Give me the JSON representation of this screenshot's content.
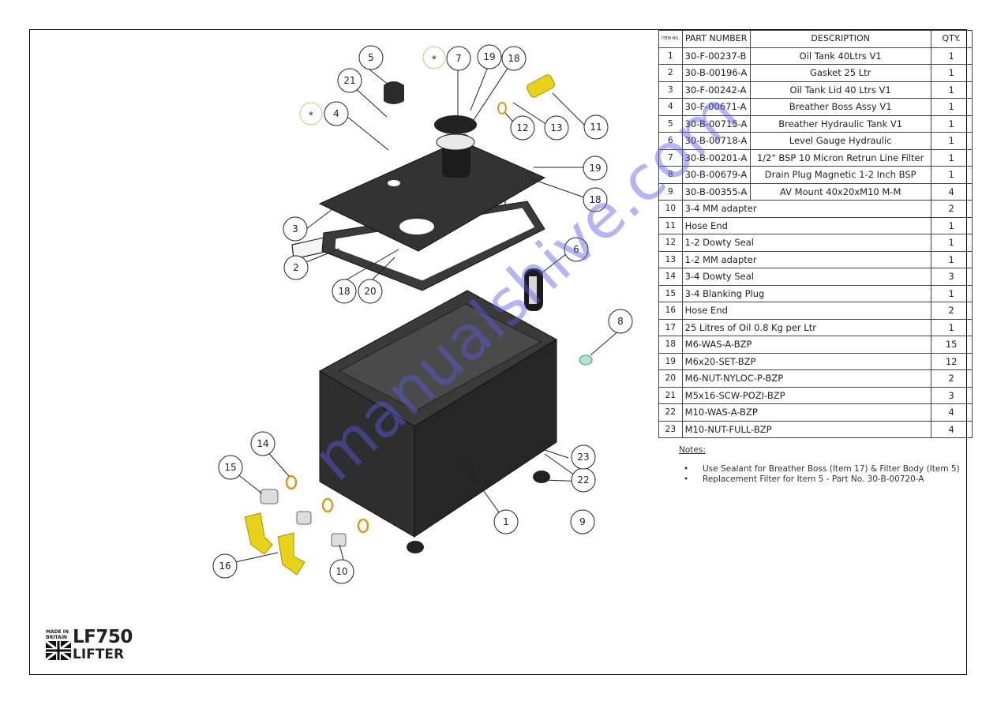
{
  "bom": {
    "headers": {
      "item": "ITEM NO.",
      "part_number": "PART NUMBER",
      "description": "DESCRIPTION",
      "qty": "QTY."
    },
    "rows": [
      {
        "item": "1",
        "part_number": "30-F-00237-B",
        "description": "Oil Tank 40Ltrs V1",
        "qty": "1"
      },
      {
        "item": "2",
        "part_number": "30-B-00196-A",
        "description": "Gasket 25 Ltr",
        "qty": "1"
      },
      {
        "item": "3",
        "part_number": "30-F-00242-A",
        "description": "Oil Tank Lid 40 Ltrs V1",
        "qty": "1"
      },
      {
        "item": "4",
        "part_number": "30-F-00671-A",
        "description": "Breather Boss Assy V1",
        "qty": "1"
      },
      {
        "item": "5",
        "part_number": "30-B-00715-A",
        "description": "Breather Hydraulic Tank V1",
        "qty": "1"
      },
      {
        "item": "6",
        "part_number": "30-B-00718-A",
        "description": "Level Gauge Hydraulic",
        "qty": "1"
      },
      {
        "item": "7",
        "part_number": "30-B-00201-A",
        "description": "1/2\" BSP 10 Micron Retrun Line Filter",
        "qty": "1"
      },
      {
        "item": "8",
        "part_number": "30-B-00679-A",
        "description": "Drain Plug Magnetic 1-2 Inch BSP",
        "qty": "1"
      },
      {
        "item": "9",
        "part_number": "30-B-00355-A",
        "description": "AV Mount 40x20xM10 M-M",
        "qty": "4"
      },
      {
        "item": "10",
        "part_number": "3-4 MM adapter",
        "description": "",
        "qty": "2"
      },
      {
        "item": "11",
        "part_number": "Hose End",
        "description": "",
        "qty": "1"
      },
      {
        "item": "12",
        "part_number": "1-2 Dowty Seal",
        "description": "",
        "qty": "1"
      },
      {
        "item": "13",
        "part_number": "1-2 MM adapter",
        "description": "",
        "qty": "1"
      },
      {
        "item": "14",
        "part_number": "3-4 Dowty Seal",
        "description": "",
        "qty": "3"
      },
      {
        "item": "15",
        "part_number": "3-4 Blanking Plug",
        "description": "",
        "qty": "1"
      },
      {
        "item": "16",
        "part_number": "Hose End",
        "description": "",
        "qty": "2"
      },
      {
        "item": "17",
        "part_number": "25 Litres of Oil 0.8 Kg per Ltr",
        "description": "",
        "qty": "1"
      },
      {
        "item": "18",
        "part_number": "M6-WAS-A-BZP",
        "description": "",
        "qty": "15"
      },
      {
        "item": "19",
        "part_number": "M6x20-SET-BZP",
        "description": "",
        "qty": "12"
      },
      {
        "item": "20",
        "part_number": "M6-NUT-NYLOC-P-BZP",
        "description": "",
        "qty": "2"
      },
      {
        "item": "21",
        "part_number": "M5x16-SCW-POZI-BZP",
        "description": "",
        "qty": "3"
      },
      {
        "item": "22",
        "part_number": "M10-WAS-A-BZP",
        "description": "",
        "qty": "4"
      },
      {
        "item": "23",
        "part_number": "M10-NUT-FULL-BZP",
        "description": "",
        "qty": "4"
      }
    ]
  },
  "notes": {
    "title": "Notes:",
    "lines": [
      "Use Sealant for Breather Boss (Item 17) & Filter Body (Item 5)",
      "Replacement Filter for Item 5 - Part No. 30-B-00720-A"
    ]
  },
  "balloons": {
    "b1": "1",
    "b2": "2",
    "b3": "3",
    "b4": "4",
    "b5": "5",
    "b6": "6",
    "b7": "7",
    "b8": "8",
    "b9": "9",
    "b10": "10",
    "b11": "11",
    "b12": "12",
    "b13": "13",
    "b14": "14",
    "b15": "15",
    "b16": "16",
    "b18a": "18",
    "b18b": "18",
    "b19a": "19",
    "b19b": "19",
    "b20": "20",
    "b21": "21",
    "b22": "22",
    "b23": "23",
    "star1": "*",
    "star2": "*"
  },
  "logo": {
    "small_text": "MADE IN BRITAIN",
    "model": "LF750",
    "brand": "LIFTER"
  },
  "watermark": "manualshive.com",
  "colors": {
    "part_dark": "#2b2b2b",
    "fitting_yellow": "#e8d21a",
    "seal_orange": "#d89a20",
    "watermark": "#5a5ae6"
  }
}
